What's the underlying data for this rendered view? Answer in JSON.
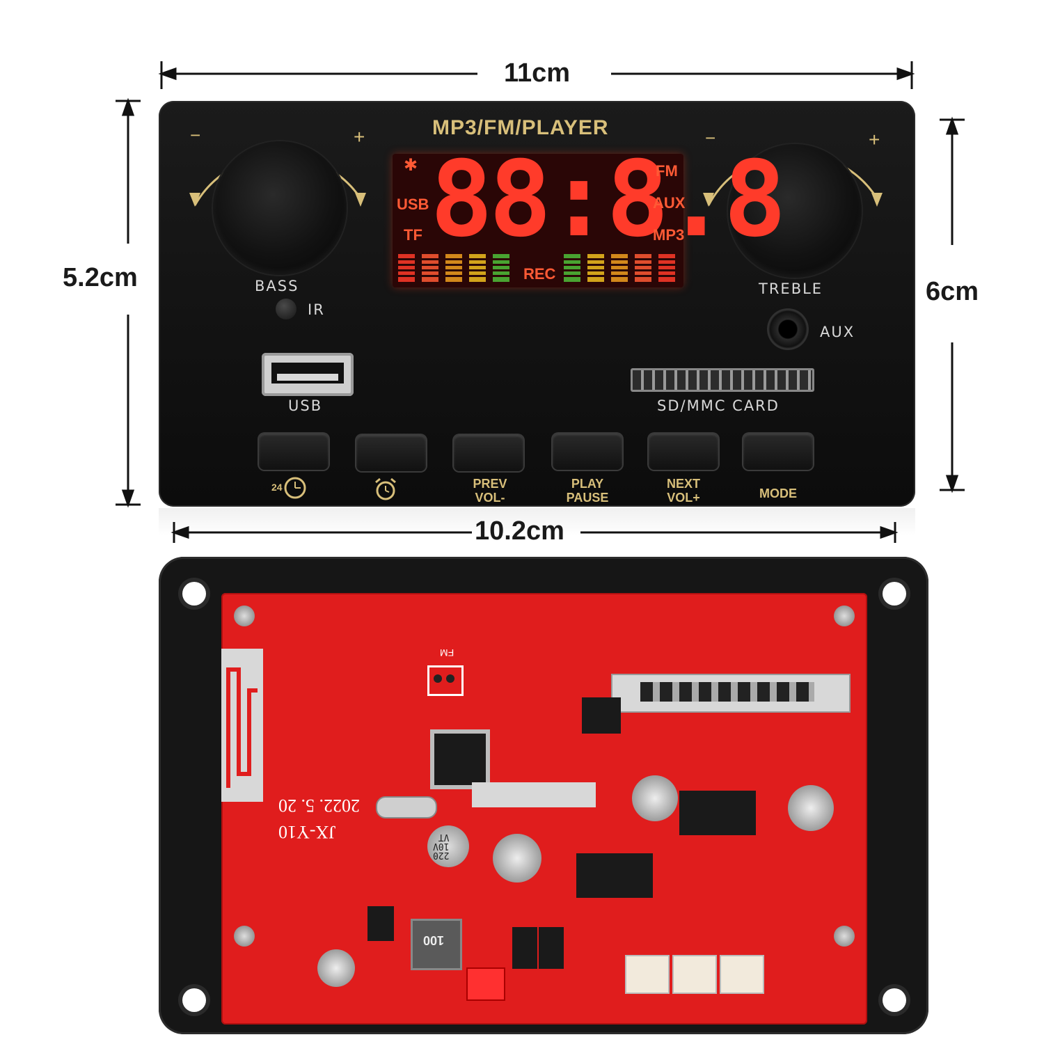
{
  "dimensions": {
    "top_width": "11cm",
    "bottom_width": "10.2cm",
    "left_height": "5.2cm",
    "right_height": "6cm"
  },
  "front_panel": {
    "title": "MP3/FM/PLAYER",
    "bass_label": "BASS",
    "treble_label": "TREBLE",
    "ir_label": "IR",
    "aux_label": "AUX",
    "usb_label": "USB",
    "sd_label": "SD/MMC CARD",
    "knob_minus": "−",
    "knob_plus": "+",
    "display": {
      "digits": "88:8.8",
      "left_indicators": [
        "USB",
        "TF"
      ],
      "right_indicators": [
        "FM",
        "AUX",
        "MP3"
      ],
      "rec_label": "REC"
    },
    "buttons": [
      {
        "label": "24 hours",
        "icon": "clock-24h-icon"
      },
      {
        "label": "",
        "icon": "alarm-clock-icon"
      },
      {
        "label": "PREV\nVOL-"
      },
      {
        "label": "PLAY\nPAUSE"
      },
      {
        "label": "NEXT\nVOL+"
      },
      {
        "label": "MODE"
      }
    ]
  },
  "pcb": {
    "model": "JX-Y10",
    "date": "2022. 5. 20",
    "fm_label": "FM",
    "inductor_label": "100",
    "capacitor_label": "220\n10V\nVT"
  },
  "colors": {
    "panel": "#111111",
    "gold_print": "#d8bf7a",
    "pcb_red": "#e01d1d",
    "lcd_red": "#ff3b2a"
  }
}
